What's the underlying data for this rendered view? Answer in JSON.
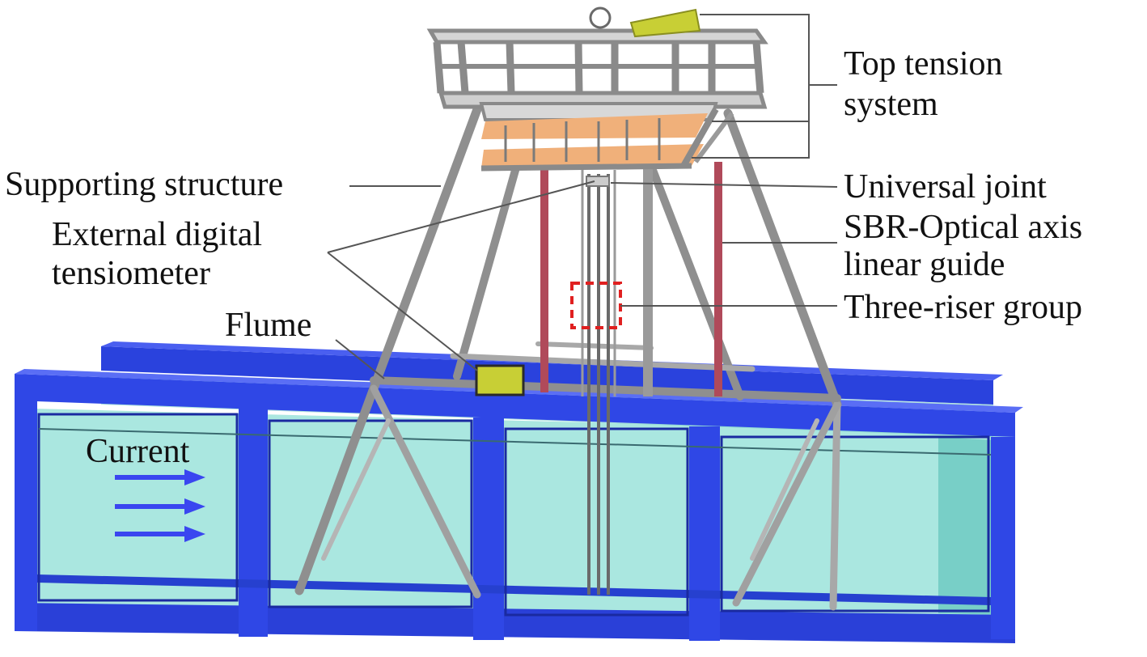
{
  "labels": {
    "top_tension_system_line1": "Top tension",
    "top_tension_system_line2": "system",
    "supporting_structure": "Supporting structure",
    "universal_joint": "Universal joint",
    "linear_guide_line1": "SBR-Optical axis",
    "linear_guide_line2": "linear guide",
    "tensiometer_line1": "External digital",
    "tensiometer_line2": "tensiometer",
    "three_riser_group": "Three-riser group",
    "flume": "Flume",
    "current": "Current"
  },
  "colors": {
    "flume_blue": "#2f47e6",
    "flume_dark": "#1f33b8",
    "water": "#8fe0d8",
    "frame_grey": "#9a9a9a",
    "frame_light": "#c8c8c8",
    "plate_orange": "#f0b07a",
    "tensioner_yellow": "#c8cf35",
    "riser_red": "#b04a5a",
    "highlight_red": "#e02020",
    "arrow_blue": "#3a46f0",
    "leader_grey": "#555555"
  },
  "icons": {
    "current_arrow": "right-arrow-icon",
    "riser_highlight": "dashed-box-icon"
  }
}
